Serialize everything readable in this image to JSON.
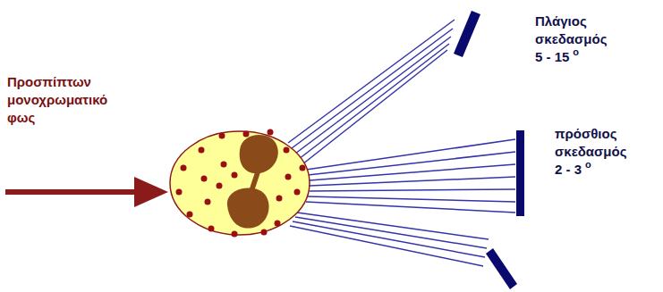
{
  "diagram": {
    "labels": [
      "Προσπίπτων μονοχρωματικό φως",
      "Πλάγιος σκεδασμός",
      "5 - 15",
      "o",
      "πρόσθιος σκεδασμός",
      "2 - 3",
      "o"
    ]
  }
}
